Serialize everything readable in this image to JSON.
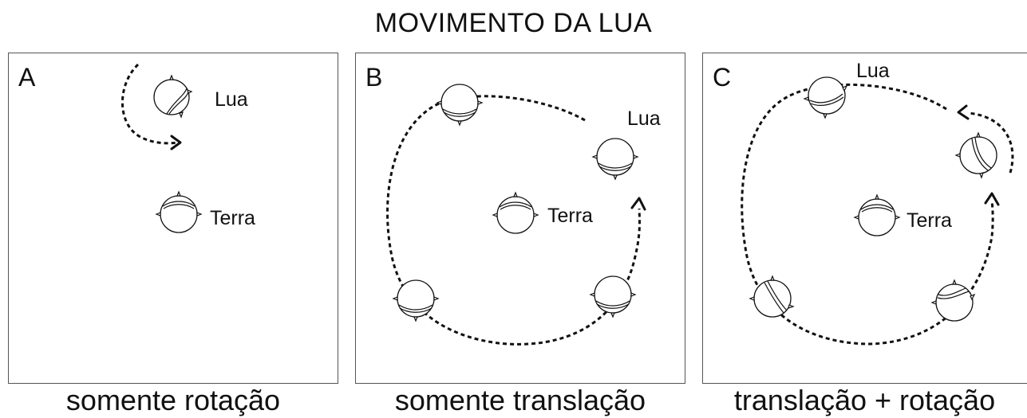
{
  "title": "MOVIMENTO DA LUA",
  "panels": [
    {
      "letter": "A",
      "caption": "somente rotação",
      "moon_label": "Lua",
      "earth_label": "Terra"
    },
    {
      "letter": "B",
      "caption": "somente translação",
      "moon_label": "Lua",
      "earth_label": "Terra"
    },
    {
      "letter": "C",
      "caption": "translação + rotação",
      "moon_label": "Lua",
      "earth_label": "Terra"
    }
  ]
}
